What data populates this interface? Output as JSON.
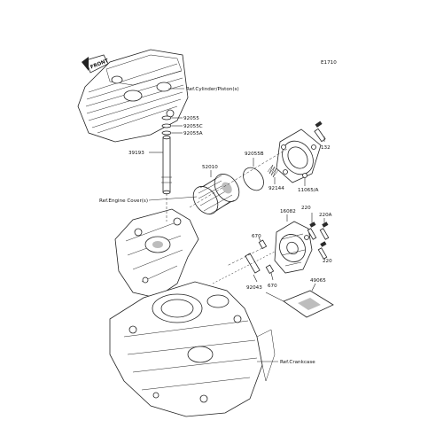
{
  "diagram_code": "E1710",
  "front_arrow_label": "FRONT",
  "labels": {
    "ref_cylinder_piston": "Ref.Cylinder/Piston(s)",
    "ref_engine_cover": "Ref.Engine Cover(s)",
    "ref_crankcase": "Ref.Crankcase",
    "p92055": "92055",
    "p92055c": "92055C",
    "p92055a": "92055A",
    "p39193": "39193",
    "p52010": "52010",
    "p92055b": "92055B",
    "p132": "132",
    "p92144": "92144",
    "p11065a": "11065/A",
    "p16082": "16082",
    "p220_top": "220",
    "p220a": "220A",
    "p670_left": "670",
    "p220_right": "220",
    "p92043": "92043",
    "p670_bottom": "670",
    "p49065": "49065"
  }
}
